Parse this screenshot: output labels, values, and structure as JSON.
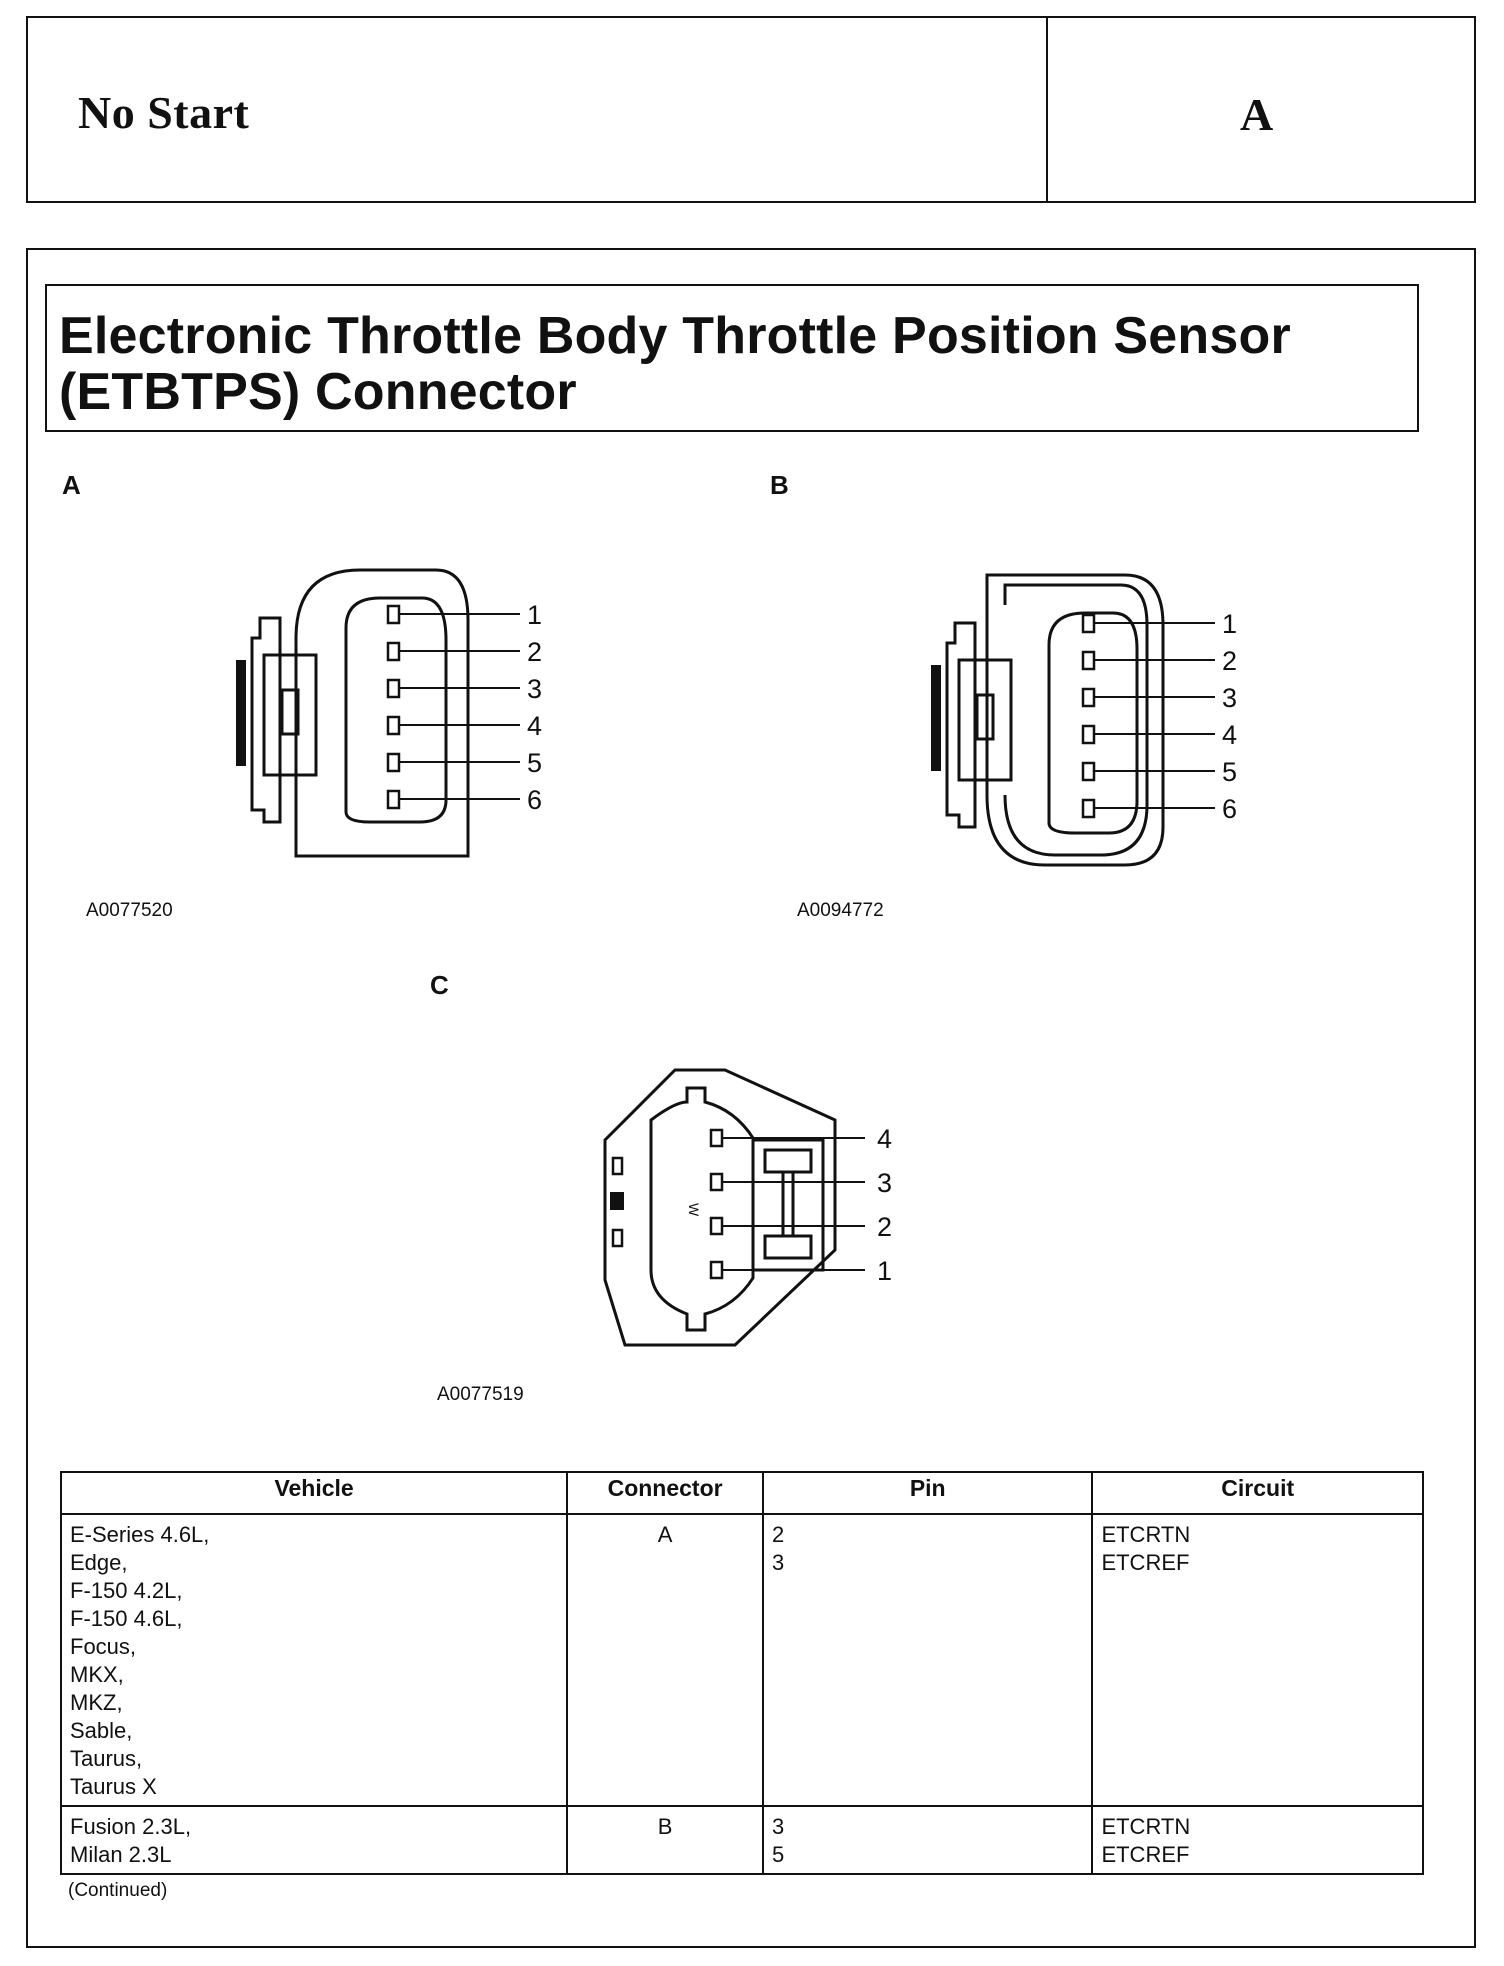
{
  "header": {
    "section": "No Start",
    "page": "A"
  },
  "title": "Electronic Throttle Body Throttle Position Sensor (ETBTPS) Connector",
  "title_lines": [
    "Electronic Throttle Body Throttle Position Sensor",
    "(ETBTPS) Connector"
  ],
  "figures": {
    "a": {
      "label": "A",
      "id": "A0077520",
      "pins": [
        "1",
        "2",
        "3",
        "4",
        "5",
        "6"
      ]
    },
    "b": {
      "label": "B",
      "id": "A0094772",
      "pins": [
        "1",
        "2",
        "3",
        "4",
        "5",
        "6"
      ]
    },
    "c": {
      "label": "C",
      "id": "A0077519",
      "pins": [
        "4",
        "3",
        "2",
        "1"
      ],
      "mark": "W"
    }
  },
  "table": {
    "headers": [
      "Vehicle",
      "Connector",
      "Pin",
      "Circuit"
    ],
    "rows": [
      {
        "vehicles": [
          "E-Series 4.6L,",
          "Edge,",
          "F-150 4.2L,",
          "F-150 4.6L,",
          "Focus,",
          "MKX,",
          "MKZ,",
          "Sable,",
          "Taurus,",
          "Taurus X"
        ],
        "connector": "A",
        "pins": [
          "2",
          "3"
        ],
        "circuits": [
          "ETCRTN",
          "ETCREF"
        ]
      },
      {
        "vehicles": [
          "Fusion 2.3L,",
          "Milan 2.3L"
        ],
        "connector": "B",
        "pins": [
          "3",
          "5"
        ],
        "circuits": [
          "ETCRTN",
          "ETCREF"
        ]
      }
    ]
  },
  "footnote": "(Continued)"
}
